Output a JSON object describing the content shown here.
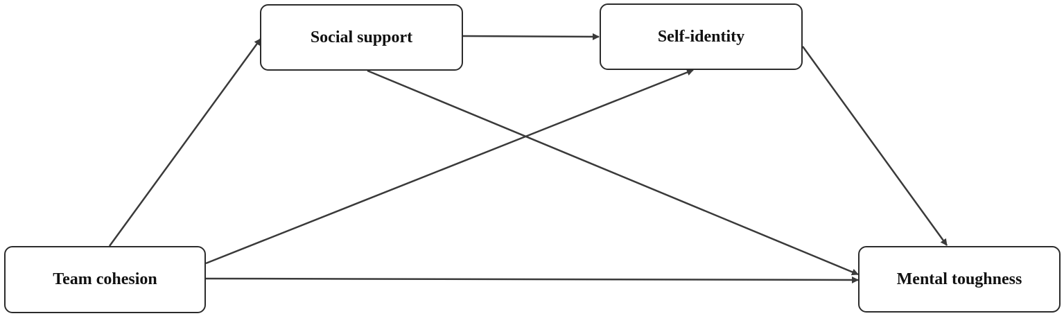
{
  "diagram": {
    "nodes": {
      "social_support": "Social support",
      "self_identity": "Self-identity",
      "team_cohesion": "Team cohesion",
      "mental_toughness": "Mental toughness"
    },
    "edges": [
      {
        "from": "team_cohesion",
        "to": "social_support"
      },
      {
        "from": "social_support",
        "to": "self_identity"
      },
      {
        "from": "team_cohesion",
        "to": "self_identity"
      },
      {
        "from": "social_support",
        "to": "mental_toughness"
      },
      {
        "from": "self_identity",
        "to": "mental_toughness"
      },
      {
        "from": "team_cohesion",
        "to": "mental_toughness"
      }
    ],
    "colors": {
      "line": "#3a3a3a",
      "border": "#2b2b2b",
      "background": "#ffffff"
    }
  }
}
